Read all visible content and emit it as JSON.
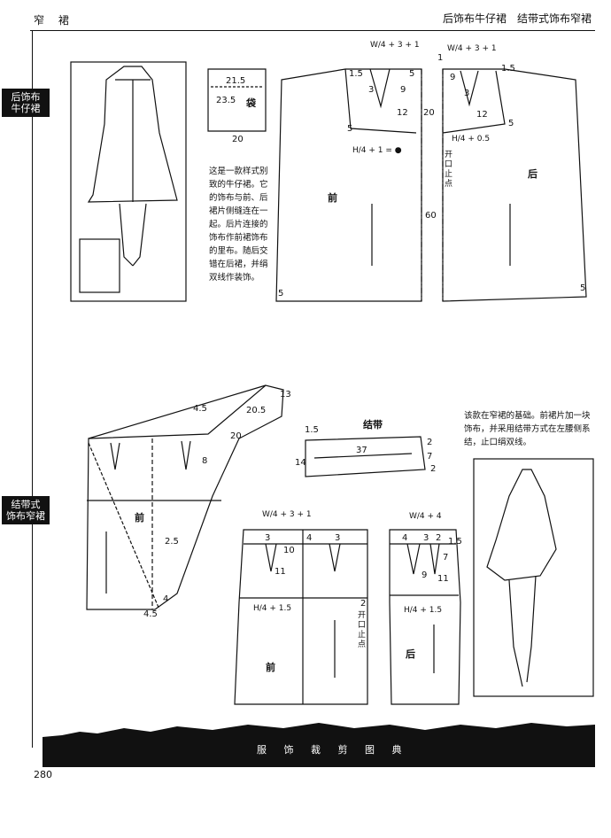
{
  "header": {
    "left": "窄 裙",
    "right": "后饰布牛仔裙　结带式饰布窄裙"
  },
  "section1": {
    "side_label": "后饰布\n牛仔裙",
    "description": "这是一款样式别致的牛仔裙。它的饰布与前、后裙片侧缝连在一起。后片连接的饰布作前裙饰布的里布。随后交错在后裙，并绢双线作装饰。",
    "pocket": {
      "v1": "21.5",
      "v2": "23.5",
      "label": "袋",
      "width": "20"
    },
    "front": {
      "formula": "W/4 + 3 + 1",
      "hip": "H/4 + 1 = ●",
      "d1": "1.5",
      "d2": "3",
      "d3": "9",
      "d4": "5",
      "d5": "12",
      "d6": "5",
      "d7": "5",
      "len20": "20",
      "len60": "60",
      "label": "前"
    },
    "back": {
      "formula": "W/4 + 3 + 1",
      "hip": "H/4 + 0.5",
      "d1": "1",
      "d2": "1.5",
      "d3": "9",
      "d4": "3",
      "d5": "12",
      "d6": "5",
      "d7": "5",
      "open": "开口止点",
      "label": "后"
    }
  },
  "section2": {
    "side_label": "结带式\n饰布窄裙",
    "description": "该款在窄裙的基础。前裙片加一块饰布，并采用结带方式在左腰侧系结，止口绢双线。",
    "drape": {
      "d1": "4.5",
      "d2": "20.5",
      "d3": "13",
      "d4": "20",
      "d5": "8",
      "d6": "2.5",
      "d7": "4",
      "d8": "4.5",
      "label": "前"
    },
    "tie": {
      "title": "结带",
      "d1": "1.5",
      "d2": "37",
      "d3": "14",
      "d4": "2",
      "d5": "7",
      "d6": "2"
    },
    "front": {
      "formula": "W/4 + 3 + 1",
      "hip": "H/4 + 1.5",
      "d1": "3",
      "d2": "10",
      "d3": "4",
      "d4": "3",
      "d5": "11",
      "open": "开口止点",
      "d6": "2",
      "label": "前"
    },
    "back": {
      "formula": "W/4 + 4",
      "hip": "H/4 + 1.5",
      "d1": "4",
      "d2": "3",
      "d3": "2",
      "d4": "1.5",
      "d5": "7",
      "d6": "9",
      "d7": "11",
      "label": "后"
    }
  },
  "footer": {
    "title": "服 饰 裁 剪 图 典",
    "page": "280"
  }
}
